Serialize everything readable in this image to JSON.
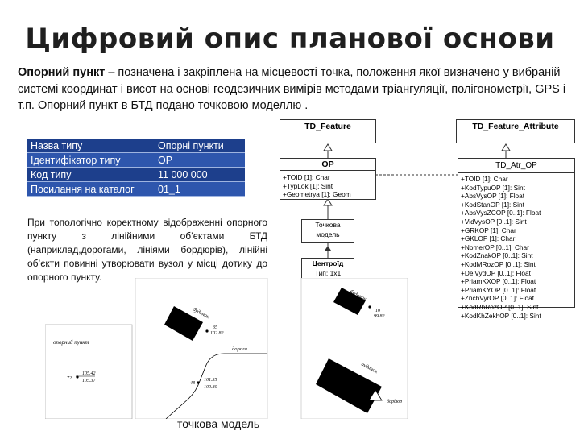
{
  "title": "Цифровий опис планової основи",
  "intro": {
    "term": "Опорний пункт",
    "text": " – позначена і закріплена на місцевості точка, положення якої визначено у вибраній системі координат і висот на основі геодезичних вимірів методами тріангуляції, полігонометрії, GPS і т.п. Опорний пункт в БТД подано точковою моделлю ."
  },
  "table": {
    "rows": [
      {
        "key": "Назва типу",
        "value": "Опорні пункти"
      },
      {
        "key": "Ідентифікатор типу",
        "value": "OP"
      },
      {
        "key": "Код типу",
        "value": "11 000 000"
      },
      {
        "key": "Посилання на каталог",
        "value": "01_1"
      }
    ]
  },
  "note": "При топологічно коректному відображенні опорного пункту з лінійними об’єктами БТД (наприклад,дорогами, лініями бордюрів), лінійні об’єкти повинні утворювати вузол у місці дотику до опорного пункту.",
  "uml": {
    "feature": "TD_Feature",
    "feature_attribute": "TD_Feature_Attribute",
    "op": "OP",
    "op_attrs": [
      "+TOID [1]: Char",
      "+TypLok [1]: Sint",
      "+Geometrya [1]: Geom"
    ],
    "point_model": [
      "Точкова",
      "модель"
    ],
    "centroid": [
      "Центроїд",
      "Тип: 1x1"
    ],
    "td_atr": "TD_Atr_OP",
    "td_atr_attrs": [
      "+TOID [1]: Char",
      "+KodTypuOP [1]: Sint",
      "+AbsVysOP [1]: Float",
      "+KodStanOP [1]: Sint",
      "+AbsVysZCOP [0..1]: Float",
      "+VidVysOP [0..1]: Sint",
      "+GRKOP [1]: Char",
      "+GKLOP [1]: Char",
      "+NomerOP [0..1]: Char",
      "+KodZnakOP [0..1]: Sint",
      "+KodMRozOP [0..1]: Sint",
      "+DelVydOP [0..1]: Float",
      "+PriamKXOP [0..1]: Float",
      "+PriamKYOP [0..1]: Float",
      "+ZnchVyrOP [0..1]: Float",
      "+KodRhRozOP [0..1]: Sint",
      "+KodKhZekhOP [0..1]: Sint"
    ]
  },
  "map": {
    "label_point": "опорний пункт",
    "num_left": "72",
    "val_left_1": "105.42",
    "val_left_2": "105.37",
    "label_road": "дорога",
    "num_mid": "48",
    "val_mid_1": "101.35",
    "val_mid_2": "100.80",
    "label_building_1": "будинок",
    "num_b1": "35",
    "val_b1": "102.82",
    "label_building_2": "будинок",
    "num_b2": "10",
    "val_b2": "99.82",
    "label_building_3": "будинок",
    "label_border": "бордюр"
  },
  "caption": "точкова модель"
}
